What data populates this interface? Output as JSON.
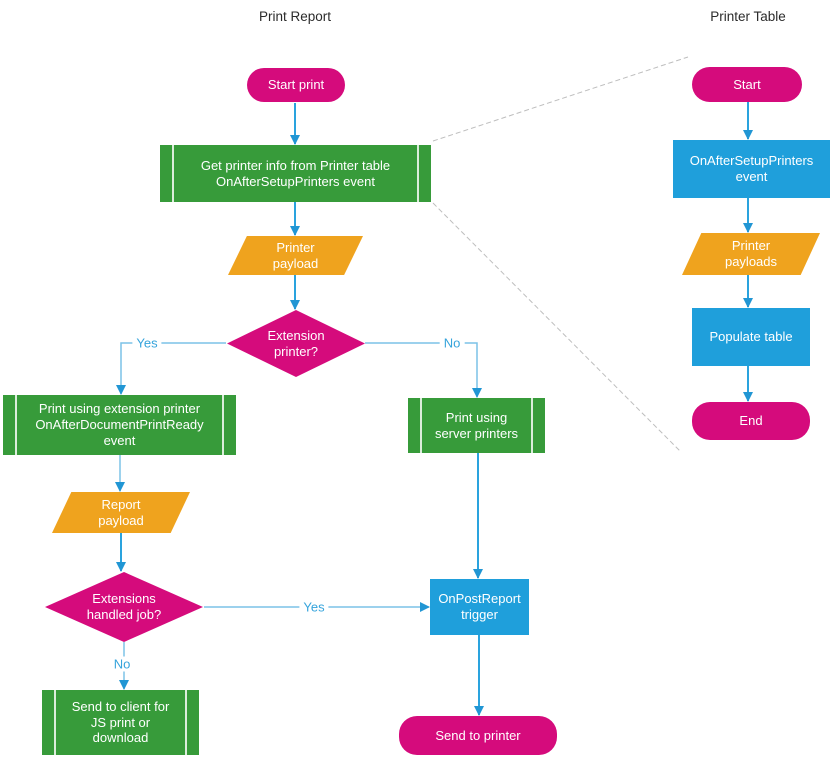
{
  "titles": {
    "print_report": "Print Report",
    "printer_table": "Printer Table"
  },
  "colors": {
    "pink": "#D50B7C",
    "green": "#379B3A",
    "orange": "#EFA31E",
    "blue": "#1F9FDB",
    "line_dark": "#2AA3DE",
    "line_light": "#7CC2E7",
    "arrow": "#2196D4",
    "dashed": "#BEBEBE",
    "label": "#36A4DC"
  },
  "print_report_flow": {
    "start": {
      "label": "Start print"
    },
    "get_printer_info": {
      "label": "Get printer info from Printer table\nOnAfterSetupPrinters event"
    },
    "printer_payload": {
      "label": "Printer\npayload"
    },
    "extension_printer_decision": {
      "label": "Extension\nprinter?"
    },
    "print_extension": {
      "label": "Print using extension printer\nOnAfterDocumentPrintReady\nevent"
    },
    "print_server": {
      "label": "Print using\nserver printers"
    },
    "report_payload": {
      "label": "Report\npayload"
    },
    "extensions_handled_decision": {
      "label": "Extensions\nhandled job?"
    },
    "onpostreport": {
      "label": "OnPostReport\ntrigger"
    },
    "send_client": {
      "label": "Send to client for\nJS print or\ndownload"
    },
    "send_to_printer": {
      "label": "Send to printer"
    }
  },
  "printer_table_flow": {
    "start": {
      "label": "Start"
    },
    "onaftersetupprinters": {
      "label": "OnAfterSetupPrinters\nevent"
    },
    "printer_payloads": {
      "label": "Printer\npayloads"
    },
    "populate_table": {
      "label": "Populate table"
    },
    "end": {
      "label": "End"
    }
  },
  "edge_labels": {
    "extension_yes": "Yes",
    "extension_no": "No",
    "handled_yes": "Yes",
    "handled_no": "No"
  }
}
